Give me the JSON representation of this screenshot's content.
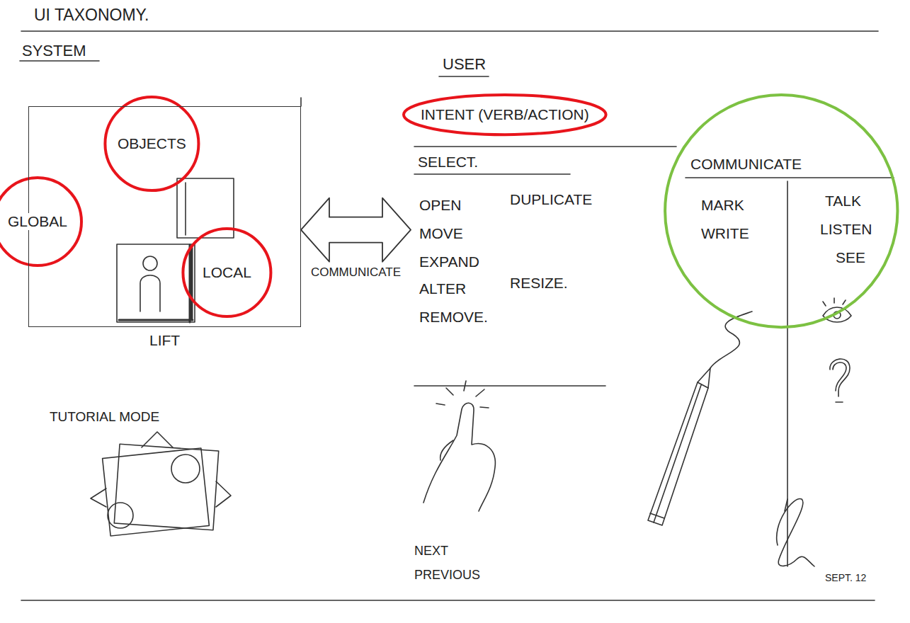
{
  "diagram": {
    "title": "UI TAXONOMY.",
    "nodes": [
      {
        "text": [
          "SYSTEM",
          "OBJECTS",
          "GLOBAL",
          "LOCAL",
          "LIFT"
        ]
      },
      {
        "text": [
          "USER",
          "INTENT (VERB/ACTION)",
          "SELECT.",
          "OPEN",
          "DUPLICATE",
          "MOVE",
          "EXPAND",
          "ALTER",
          "RESIZE.",
          "REMOVE."
        ]
      }
    ],
    "edges": [
      {
        "from": 0,
        "to": 1,
        "arrow": "both",
        "label": "COMMUNICATE"
      }
    ],
    "labels": [
      "COMMUNICATE",
      "MARK",
      "WRITE",
      "TALK",
      "LISTEN",
      "SEE",
      "TUTORIAL MODE",
      "NEXT",
      "PREVIOUS",
      "SEPT. 12"
    ]
  }
}
